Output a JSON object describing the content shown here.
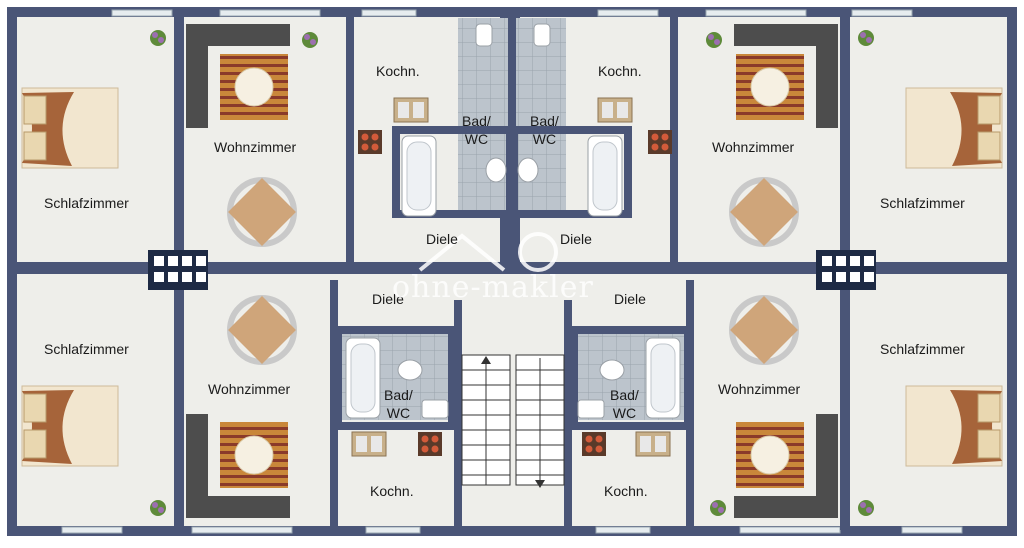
{
  "watermark": "ohne-makler",
  "rooms": {
    "schlafzimmer": "Schlafzimmer",
    "wohnzimmer": "Wohnzimmer",
    "kochn": "Kochn.",
    "bad_line1": "Bad/",
    "bad_line2": "WC",
    "diele": "Diele"
  },
  "colors": {
    "wall": "#4a5577",
    "floor": "#eeeeea",
    "tile": "#b8c0c8",
    "sofa": "#4a4a4a",
    "rug": "#c88a3c",
    "wood": "#c8a478",
    "stairs": "#ffffff"
  }
}
